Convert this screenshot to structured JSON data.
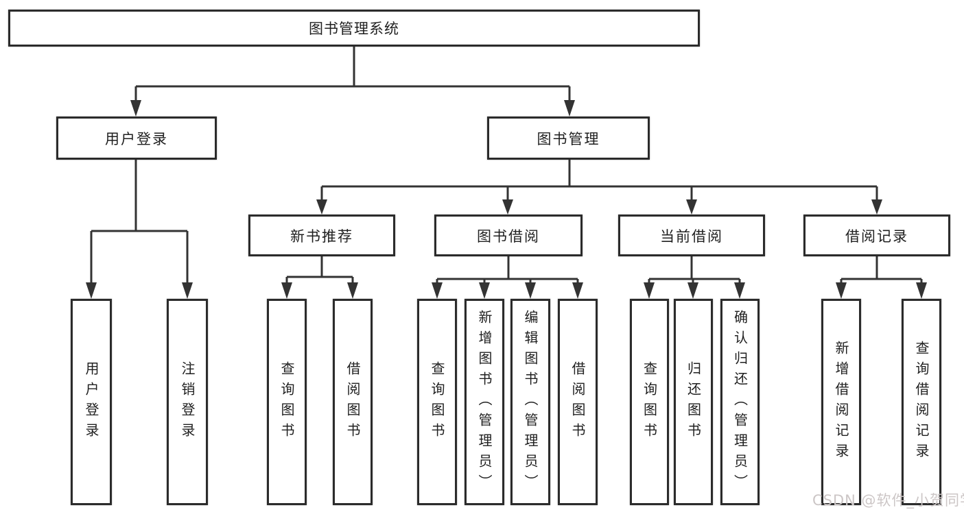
{
  "diagram": {
    "root": {
      "label": "图书管理系统"
    },
    "branches": [
      {
        "label": "用户登录",
        "children": [
          {
            "label": "用户登录"
          },
          {
            "label": "注销登录"
          }
        ]
      },
      {
        "label": "图书管理",
        "children": [
          {
            "label": "新书推荐",
            "children": [
              {
                "label": "查询图书"
              },
              {
                "label": "借阅图书"
              }
            ]
          },
          {
            "label": "图书借阅",
            "children": [
              {
                "label": "查询图书"
              },
              {
                "label": "新增图书（管理员）"
              },
              {
                "label": "编辑图书（管理员）"
              },
              {
                "label": "借阅图书"
              }
            ]
          },
          {
            "label": "当前借阅",
            "children": [
              {
                "label": "查询图书"
              },
              {
                "label": "归还图书"
              },
              {
                "label": "确认归还（管理员）"
              }
            ]
          },
          {
            "label": "借阅记录",
            "children": [
              {
                "label": "新增借阅记录"
              },
              {
                "label": "查询借阅记录"
              }
            ]
          }
        ]
      }
    ]
  },
  "watermark": {
    "text": "CSDN @软件_小贺同学"
  },
  "colors": {
    "line": "#333333",
    "border": "#2b2b2b",
    "text": "#1f1f1f",
    "background": "#ffffff",
    "watermark": "#ccc6c6"
  }
}
